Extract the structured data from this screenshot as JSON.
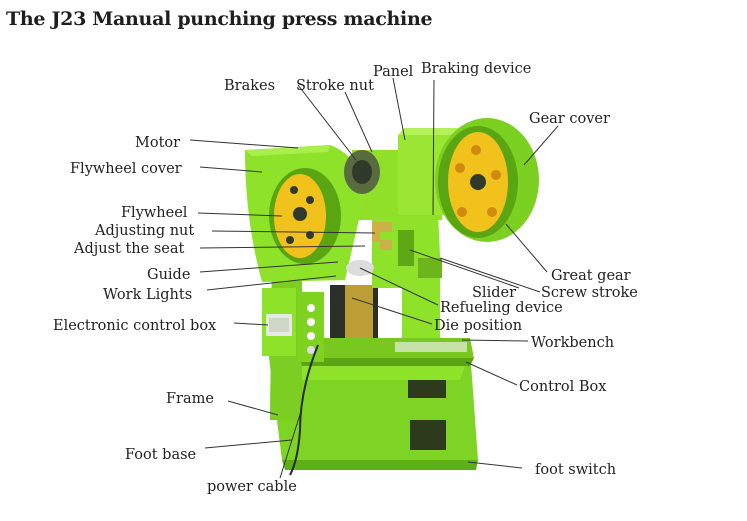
{
  "title": "The J23 Manual punching press machine",
  "colors": {
    "machine_body": "#8fe22a",
    "machine_shade": "#6cc01a",
    "machine_dark": "#4f9a10",
    "flywheel_yellow": "#f2c21c",
    "metal_dark": "#2f3a2a",
    "label_text": "#222222",
    "leader_line": "#333333"
  },
  "labels": {
    "brakes": "Brakes",
    "stroke_nut": "Stroke nut",
    "panel": "Panel",
    "braking_device": "Braking device",
    "gear_cover": "Gear cover",
    "motor": "Motor",
    "flywheel_cover": "Flywheel cover",
    "flywheel": "Flywheel",
    "adjusting_nut": "Adjusting nut",
    "adjust_the_seat": "Adjust the seat",
    "guide": "Guide",
    "work_lights": "Work Lights",
    "electronic_control_box": "Electronic control box",
    "great_gear": "Great gear",
    "slider": "Slider",
    "screw_stroke": "Screw stroke",
    "refueling_device": "Refueling device",
    "die_position": "Die position",
    "workbench": "Workbench",
    "control_box": "Control Box",
    "frame": "Frame",
    "foot_base": "Foot base",
    "power_cable": "power cable",
    "foot_switch": "foot switch"
  }
}
